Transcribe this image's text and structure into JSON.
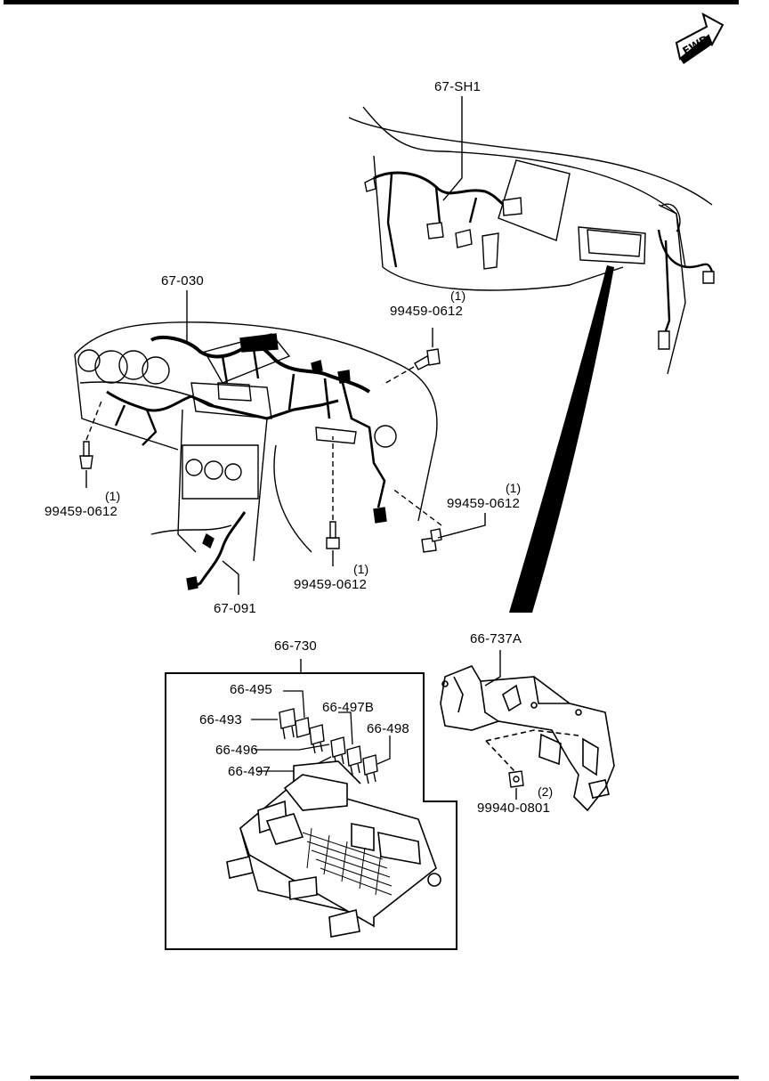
{
  "fwd": "FWD",
  "callouts": {
    "shield_harness": "67-SH1",
    "dash_harness": "67-030",
    "console_harness": "67-091",
    "fuse_block": "66-730",
    "bracket": "66-737A",
    "fuse_495": "66-495",
    "fuse_493": "66-493",
    "fuse_497b": "66-497B",
    "fuse_496": "66-496",
    "fuse_498": "66-498",
    "fuse_497": "66-497"
  },
  "fasteners": {
    "bolt_top": {
      "part": "99459-0612",
      "qty": "(1)"
    },
    "bolt_left": {
      "part": "99459-0612",
      "qty": "(1)"
    },
    "bolt_center": {
      "part": "99459-0612",
      "qty": "(1)"
    },
    "bolt_right": {
      "part": "99459-0612",
      "qty": "(1)"
    },
    "nut_bracket": {
      "part": "99940-0801",
      "qty": "(2)"
    }
  }
}
